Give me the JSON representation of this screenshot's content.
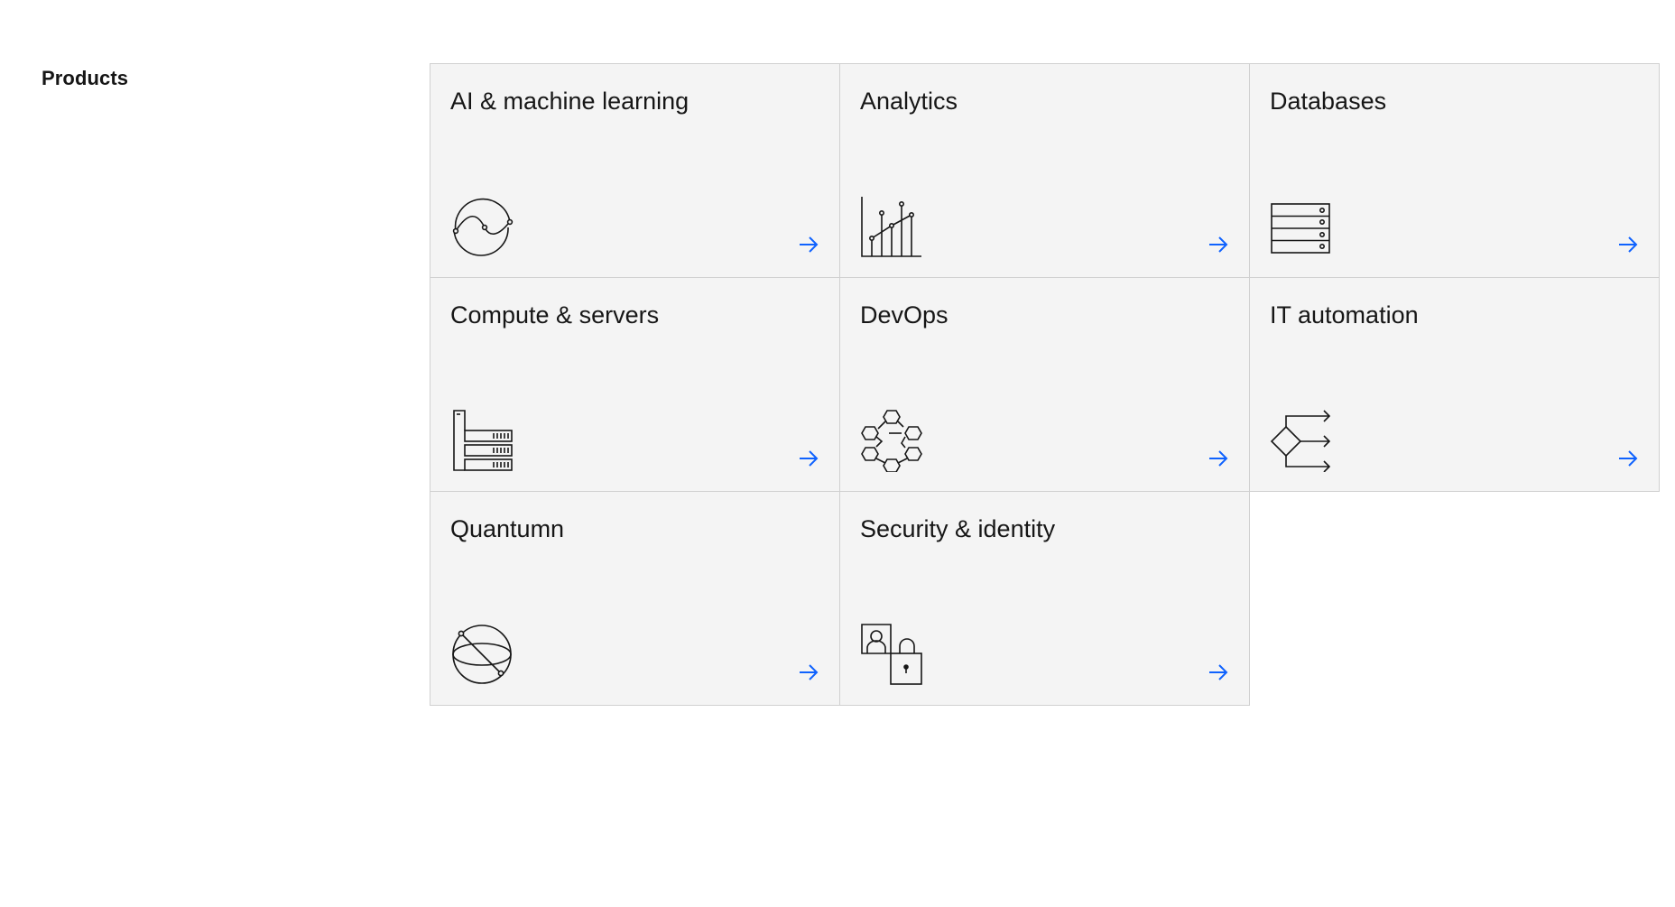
{
  "section": {
    "title": "Products"
  },
  "tiles": [
    {
      "label": "AI & machine learning",
      "icon": "ai-machine-learning-icon"
    },
    {
      "label": "Analytics",
      "icon": "analytics-chart-icon"
    },
    {
      "label": "Databases",
      "icon": "database-server-icon"
    },
    {
      "label": "Compute & servers",
      "icon": "compute-servers-icon"
    },
    {
      "label": "DevOps",
      "icon": "devops-hexagon-network-icon"
    },
    {
      "label": "IT automation",
      "icon": "it-automation-flow-icon"
    },
    {
      "label": "Quantumn",
      "icon": "quantum-sphere-icon"
    },
    {
      "label": "Security & identity",
      "icon": "security-identity-lock-icon"
    }
  ],
  "colors": {
    "tile_background": "#f4f4f4",
    "tile_border": "#d0d0d0",
    "arrow": "#0f62fe",
    "text": "#161616"
  },
  "arrow_icon": "arrow-right-icon"
}
